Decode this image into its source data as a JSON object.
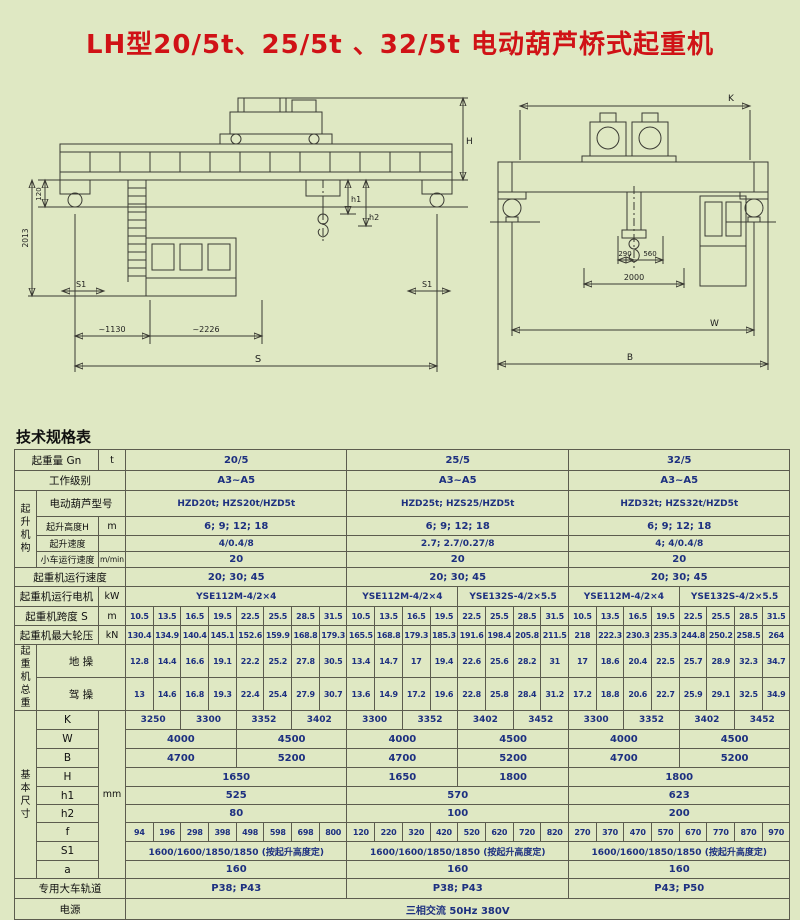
{
  "page": {
    "title": "LH型20/5t、25/5t 、32/5t 电动葫芦桥式起重机"
  },
  "table_caption": "技术规格表",
  "colors": {
    "title_red": "#d01216",
    "value_navy": "#1d3080",
    "grid_line": "#5c5c4e",
    "page_bg": "#dfe8c3"
  },
  "drawings": {
    "left": {
      "dim_H": "H",
      "dim_120": "120",
      "dim_2013": "2013",
      "dim_h1": "h1",
      "dim_h2": "h2",
      "dim_S1_left": "S1",
      "dim_S1_right": "S1",
      "dim_1130": "~1130",
      "dim_2226": "~2226",
      "dim_S": "S"
    },
    "right": {
      "dim_K": "K",
      "dim_290": "290",
      "dim_560": "560",
      "dim_2000": "2000",
      "dim_W": "W",
      "dim_B": "B"
    }
  },
  "table": {
    "rows": [
      {
        "h": 21,
        "cells": [
          {
            "t": "起重量 Gn",
            "c": 2,
            "k": "l"
          },
          {
            "t": "t",
            "k": "u"
          },
          {
            "t": "20/5",
            "c": 8,
            "k": "v"
          },
          {
            "t": "25/5",
            "c": 8,
            "k": "v"
          },
          {
            "t": "32/5",
            "c": 8,
            "k": "v"
          }
        ]
      },
      {
        "h": 20,
        "cells": [
          {
            "t": "工作级别",
            "c": 3,
            "k": "l"
          },
          {
            "t": "A3~A5",
            "c": 8,
            "k": "v"
          },
          {
            "t": "A3~A5",
            "c": 8,
            "k": "v"
          },
          {
            "t": "A3~A5",
            "c": 8,
            "k": "v"
          }
        ]
      },
      {
        "h": 26,
        "cells": [
          {
            "t": "起升机构",
            "r": 4,
            "k": "g"
          },
          {
            "t": "电动葫芦型号",
            "c": 2,
            "k": "l"
          },
          {
            "t": "HZD20t; HZS20t/HZD5t",
            "c": 8,
            "k": "vs"
          },
          {
            "t": "HZD25t; HZS25/HZD5t",
            "c": 8,
            "k": "vs"
          },
          {
            "t": "HZD32t; HZS32t/HZD5t",
            "c": 8,
            "k": "vs"
          }
        ]
      },
      {
        "h": 19,
        "cells": [
          {
            "t": "起升高度H",
            "k": "ls"
          },
          {
            "t": "m",
            "k": "u"
          },
          {
            "t": "6; 9; 12; 18",
            "c": 8,
            "k": "v"
          },
          {
            "t": "6; 9; 12; 18",
            "c": 8,
            "k": "v"
          },
          {
            "t": "6; 9; 12; 18",
            "c": 8,
            "k": "v"
          }
        ]
      },
      {
        "h": 16,
        "cells": [
          {
            "t": "起升速度",
            "k": "ls"
          },
          {
            "t": "",
            "k": "u"
          },
          {
            "t": "4/0.4/8",
            "c": 8,
            "k": "vs"
          },
          {
            "t": "2.7; 2.7/0.27/8",
            "c": 8,
            "k": "vs"
          },
          {
            "t": "4; 4/0.4/8",
            "c": 8,
            "k": "vs"
          }
        ]
      },
      {
        "h": 16,
        "cells": [
          {
            "t": "小车运行速度",
            "k": "ls"
          },
          {
            "t": "m/min",
            "k": "ux"
          },
          {
            "t": "20",
            "c": 8,
            "k": "v"
          },
          {
            "t": "20",
            "c": 8,
            "k": "v"
          },
          {
            "t": "20",
            "c": 8,
            "k": "v"
          }
        ]
      },
      {
        "h": 19,
        "cells": [
          {
            "t": "起重机运行速度",
            "c": 3,
            "k": "l"
          },
          {
            "t": "20; 30; 45",
            "c": 8,
            "k": "v"
          },
          {
            "t": "20; 30; 45",
            "c": 8,
            "k": "v"
          },
          {
            "t": "20; 30; 45",
            "c": 8,
            "k": "v"
          }
        ]
      },
      {
        "h": 20,
        "cells": [
          {
            "t": "起重机运行电机",
            "c": 2,
            "k": "l"
          },
          {
            "t": "kW",
            "k": "u"
          },
          {
            "t": "YSE112M-4/2×4",
            "c": 8,
            "k": "vs"
          },
          {
            "t": "YSE112M-4/2×4",
            "c": 4,
            "k": "vs"
          },
          {
            "t": "YSE132S-4/2×5.5",
            "c": 4,
            "k": "vs"
          },
          {
            "t": "YSE112M-4/2×4",
            "c": 4,
            "k": "vs"
          },
          {
            "t": "YSE132S-4/2×5.5",
            "c": 4,
            "k": "vs"
          }
        ]
      },
      {
        "h": 19,
        "cells": [
          {
            "t": "起重机跨度 S",
            "c": 2,
            "k": "l"
          },
          {
            "t": "m",
            "k": "u"
          },
          {
            "t": "10.5",
            "k": "n"
          },
          {
            "t": "13.5",
            "k": "n"
          },
          {
            "t": "16.5",
            "k": "n"
          },
          {
            "t": "19.5",
            "k": "n"
          },
          {
            "t": "22.5",
            "k": "n"
          },
          {
            "t": "25.5",
            "k": "n"
          },
          {
            "t": "28.5",
            "k": "n"
          },
          {
            "t": "31.5",
            "k": "n"
          },
          {
            "t": "10.5",
            "k": "n"
          },
          {
            "t": "13.5",
            "k": "n"
          },
          {
            "t": "16.5",
            "k": "n"
          },
          {
            "t": "19.5",
            "k": "n"
          },
          {
            "t": "22.5",
            "k": "n"
          },
          {
            "t": "25.5",
            "k": "n"
          },
          {
            "t": "28.5",
            "k": "n"
          },
          {
            "t": "31.5",
            "k": "n"
          },
          {
            "t": "10.5",
            "k": "n"
          },
          {
            "t": "13.5",
            "k": "n"
          },
          {
            "t": "16.5",
            "k": "n"
          },
          {
            "t": "19.5",
            "k": "n"
          },
          {
            "t": "22.5",
            "k": "n"
          },
          {
            "t": "25.5",
            "k": "n"
          },
          {
            "t": "28.5",
            "k": "n"
          },
          {
            "t": "31.5",
            "k": "n"
          }
        ]
      },
      {
        "h": 19,
        "cells": [
          {
            "t": "起重机最大轮压",
            "c": 2,
            "k": "l"
          },
          {
            "t": "kN",
            "k": "u"
          },
          {
            "t": "130.4",
            "k": "n"
          },
          {
            "t": "134.9",
            "k": "n"
          },
          {
            "t": "140.4",
            "k": "n"
          },
          {
            "t": "145.1",
            "k": "n"
          },
          {
            "t": "152.6",
            "k": "n"
          },
          {
            "t": "159.9",
            "k": "n"
          },
          {
            "t": "168.8",
            "k": "n"
          },
          {
            "t": "179.3",
            "k": "n"
          },
          {
            "t": "165.5",
            "k": "n"
          },
          {
            "t": "168.8",
            "k": "n"
          },
          {
            "t": "179.3",
            "k": "n"
          },
          {
            "t": "185.3",
            "k": "n"
          },
          {
            "t": "191.6",
            "k": "n"
          },
          {
            "t": "198.4",
            "k": "n"
          },
          {
            "t": "205.8",
            "k": "n"
          },
          {
            "t": "211.5",
            "k": "n"
          },
          {
            "t": "218",
            "k": "n"
          },
          {
            "t": "222.3",
            "k": "n"
          },
          {
            "t": "230.3",
            "k": "n"
          },
          {
            "t": "235.3",
            "k": "n"
          },
          {
            "t": "244.8",
            "k": "n"
          },
          {
            "t": "250.2",
            "k": "n"
          },
          {
            "t": "258.5",
            "k": "n"
          },
          {
            "t": "264",
            "k": "n"
          }
        ]
      },
      {
        "h": 20,
        "cells": [
          {
            "t": "起重机总重",
            "r": 2,
            "k": "g"
          },
          {
            "t": "地 操",
            "c": 2,
            "k": "l"
          },
          {
            "t": "12.8",
            "k": "n"
          },
          {
            "t": "14.4",
            "k": "n"
          },
          {
            "t": "16.6",
            "k": "n"
          },
          {
            "t": "19.1",
            "k": "n"
          },
          {
            "t": "22.2",
            "k": "n"
          },
          {
            "t": "25.2",
            "k": "n"
          },
          {
            "t": "27.8",
            "k": "n"
          },
          {
            "t": "30.5",
            "k": "n"
          },
          {
            "t": "13.4",
            "k": "n"
          },
          {
            "t": "14.7",
            "k": "n"
          },
          {
            "t": "17",
            "k": "n"
          },
          {
            "t": "19.4",
            "k": "n"
          },
          {
            "t": "22.6",
            "k": "n"
          },
          {
            "t": "25.6",
            "k": "n"
          },
          {
            "t": "28.2",
            "k": "n"
          },
          {
            "t": "31",
            "k": "n"
          },
          {
            "t": "17",
            "k": "n"
          },
          {
            "t": "18.6",
            "k": "n"
          },
          {
            "t": "20.4",
            "k": "n"
          },
          {
            "t": "22.5",
            "k": "n"
          },
          {
            "t": "25.7",
            "k": "n"
          },
          {
            "t": "28.9",
            "k": "n"
          },
          {
            "t": "32.3",
            "k": "n"
          },
          {
            "t": "34.7",
            "k": "n"
          }
        ]
      },
      {
        "h": 20,
        "cells": [
          {
            "t": "驾 操",
            "c": 2,
            "k": "l"
          },
          {
            "t": "13",
            "k": "n"
          },
          {
            "t": "14.6",
            "k": "n"
          },
          {
            "t": "16.8",
            "k": "n"
          },
          {
            "t": "19.3",
            "k": "n"
          },
          {
            "t": "22.4",
            "k": "n"
          },
          {
            "t": "25.4",
            "k": "n"
          },
          {
            "t": "27.9",
            "k": "n"
          },
          {
            "t": "30.7",
            "k": "n"
          },
          {
            "t": "13.6",
            "k": "n"
          },
          {
            "t": "14.9",
            "k": "n"
          },
          {
            "t": "17.2",
            "k": "n"
          },
          {
            "t": "19.6",
            "k": "n"
          },
          {
            "t": "22.8",
            "k": "n"
          },
          {
            "t": "25.8",
            "k": "n"
          },
          {
            "t": "28.4",
            "k": "n"
          },
          {
            "t": "31.2",
            "k": "n"
          },
          {
            "t": "17.2",
            "k": "n"
          },
          {
            "t": "18.8",
            "k": "n"
          },
          {
            "t": "20.6",
            "k": "n"
          },
          {
            "t": "22.7",
            "k": "n"
          },
          {
            "t": "25.9",
            "k": "n"
          },
          {
            "t": "29.1",
            "k": "n"
          },
          {
            "t": "32.5",
            "k": "n"
          },
          {
            "t": "34.9",
            "k": "n"
          }
        ]
      },
      {
        "h": 19,
        "cells": [
          {
            "t": "基本尺寸",
            "r": 9,
            "k": "g"
          },
          {
            "t": "K",
            "k": "l"
          },
          {
            "t": "mm",
            "r": 9,
            "k": "u"
          },
          {
            "t": "3250",
            "c": 2,
            "k": "vs"
          },
          {
            "t": "3300",
            "c": 2,
            "k": "vs"
          },
          {
            "t": "3352",
            "c": 2,
            "k": "vs"
          },
          {
            "t": "3402",
            "c": 2,
            "k": "vs"
          },
          {
            "t": "3300",
            "c": 2,
            "k": "vs"
          },
          {
            "t": "3352",
            "c": 2,
            "k": "vs"
          },
          {
            "t": "3402",
            "c": 2,
            "k": "vs"
          },
          {
            "t": "3452",
            "c": 2,
            "k": "vs"
          },
          {
            "t": "3300",
            "c": 2,
            "k": "vs"
          },
          {
            "t": "3352",
            "c": 2,
            "k": "vs"
          },
          {
            "t": "3402",
            "c": 2,
            "k": "vs"
          },
          {
            "t": "3452",
            "c": 2,
            "k": "vs"
          }
        ]
      },
      {
        "h": 19,
        "cells": [
          {
            "t": "W",
            "k": "l"
          },
          {
            "t": "4000",
            "c": 4,
            "k": "v"
          },
          {
            "t": "4500",
            "c": 4,
            "k": "v"
          },
          {
            "t": "4000",
            "c": 4,
            "k": "v"
          },
          {
            "t": "4500",
            "c": 4,
            "k": "v"
          },
          {
            "t": "4000",
            "c": 4,
            "k": "v"
          },
          {
            "t": "4500",
            "c": 4,
            "k": "v"
          }
        ]
      },
      {
        "h": 19,
        "cells": [
          {
            "t": "B",
            "k": "l"
          },
          {
            "t": "4700",
            "c": 4,
            "k": "v"
          },
          {
            "t": "5200",
            "c": 4,
            "k": "v"
          },
          {
            "t": "4700",
            "c": 4,
            "k": "v"
          },
          {
            "t": "5200",
            "c": 4,
            "k": "v"
          },
          {
            "t": "4700",
            "c": 4,
            "k": "v"
          },
          {
            "t": "5200",
            "c": 4,
            "k": "v"
          }
        ]
      },
      {
        "h": 19,
        "cells": [
          {
            "t": "H",
            "k": "l"
          },
          {
            "t": "1650",
            "c": 8,
            "k": "v"
          },
          {
            "t": "1650",
            "c": 4,
            "k": "v"
          },
          {
            "t": "1800",
            "c": 4,
            "k": "v"
          },
          {
            "t": "1800",
            "c": 8,
            "k": "v"
          }
        ]
      },
      {
        "h": 18,
        "cells": [
          {
            "t": "h1",
            "k": "l"
          },
          {
            "t": "525",
            "c": 8,
            "k": "v"
          },
          {
            "t": "570",
            "c": 8,
            "k": "v"
          },
          {
            "t": "623",
            "c": 8,
            "k": "v"
          }
        ]
      },
      {
        "h": 18,
        "cells": [
          {
            "t": "h2",
            "k": "l"
          },
          {
            "t": "80",
            "c": 8,
            "k": "v"
          },
          {
            "t": "100",
            "c": 8,
            "k": "v"
          },
          {
            "t": "200",
            "c": 8,
            "k": "v"
          }
        ]
      },
      {
        "h": 19,
        "cells": [
          {
            "t": "f",
            "k": "l"
          },
          {
            "t": "94",
            "k": "n"
          },
          {
            "t": "196",
            "k": "n"
          },
          {
            "t": "298",
            "k": "n"
          },
          {
            "t": "398",
            "k": "n"
          },
          {
            "t": "498",
            "k": "n"
          },
          {
            "t": "598",
            "k": "n"
          },
          {
            "t": "698",
            "k": "n"
          },
          {
            "t": "800",
            "k": "n"
          },
          {
            "t": "120",
            "k": "n"
          },
          {
            "t": "220",
            "k": "n"
          },
          {
            "t": "320",
            "k": "n"
          },
          {
            "t": "420",
            "k": "n"
          },
          {
            "t": "520",
            "k": "n"
          },
          {
            "t": "620",
            "k": "n"
          },
          {
            "t": "720",
            "k": "n"
          },
          {
            "t": "820",
            "k": "n"
          },
          {
            "t": "270",
            "k": "n"
          },
          {
            "t": "370",
            "k": "n"
          },
          {
            "t": "470",
            "k": "n"
          },
          {
            "t": "570",
            "k": "n"
          },
          {
            "t": "670",
            "k": "n"
          },
          {
            "t": "770",
            "k": "n"
          },
          {
            "t": "870",
            "k": "n"
          },
          {
            "t": "970",
            "k": "n"
          }
        ]
      },
      {
        "h": 19,
        "cells": [
          {
            "t": "S1",
            "k": "l"
          },
          {
            "t": "1600/1600/1850/1850 (按起升高度定)",
            "c": 8,
            "k": "vs"
          },
          {
            "t": "1600/1600/1850/1850 (按起升高度定)",
            "c": 8,
            "k": "vs"
          },
          {
            "t": "1600/1600/1850/1850 (按起升高度定)",
            "c": 8,
            "k": "vs"
          }
        ]
      },
      {
        "h": 18,
        "cells": [
          {
            "t": "a",
            "k": "l"
          },
          {
            "t": "160",
            "c": 8,
            "k": "v"
          },
          {
            "t": "160",
            "c": 8,
            "k": "v"
          },
          {
            "t": "160",
            "c": 8,
            "k": "v"
          }
        ]
      },
      {
        "h": 20,
        "cells": [
          {
            "t": "专用大车轨道",
            "c": 3,
            "k": "l"
          },
          {
            "t": "P38; P43",
            "c": 8,
            "k": "v"
          },
          {
            "t": "P38; P43",
            "c": 8,
            "k": "v"
          },
          {
            "t": "P43; P50",
            "c": 8,
            "k": "v"
          }
        ]
      },
      {
        "h": 21,
        "cells": [
          {
            "t": "电源",
            "c": 3,
            "k": "l"
          },
          {
            "t": "三相交流  50Hz  380V",
            "c": 24,
            "k": "v"
          }
        ]
      }
    ]
  }
}
